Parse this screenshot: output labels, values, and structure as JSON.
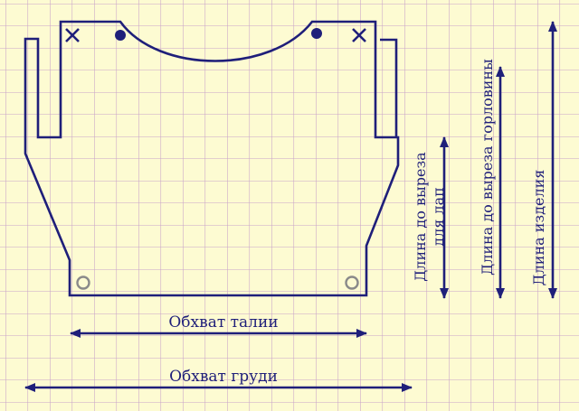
{
  "colors": {
    "background": "#fdfbd2",
    "grid": "#c9a3c9",
    "ink": "#1f1f7a"
  },
  "labels": {
    "waist": "Обхват талии",
    "chest": "Обхват груди",
    "paw_cut_line1": "Длина до выреза",
    "paw_cut_line2": "для лап",
    "neck_cut": "Длина до выреза горловины",
    "item_length": "Длина изделия"
  },
  "marks": {
    "cross_symbol": "×",
    "dot_symbol": "●",
    "ring_symbol": "○"
  }
}
